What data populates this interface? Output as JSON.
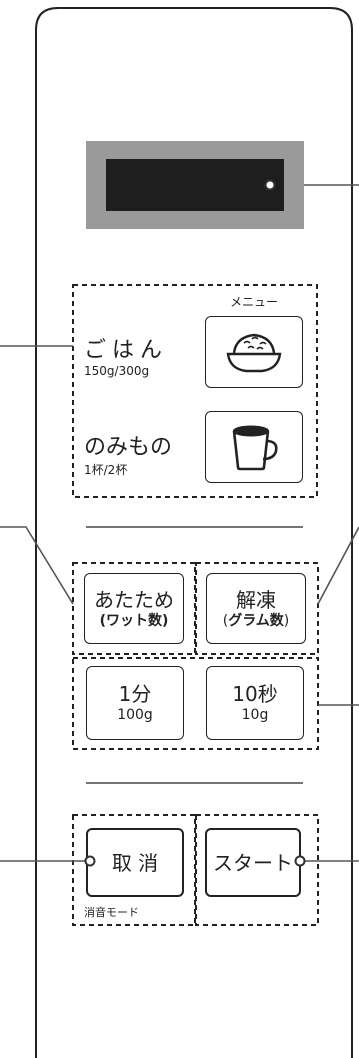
{
  "menu": {
    "header": "メニュー",
    "items": [
      {
        "label": "ごはん",
        "sub": "150g/300g",
        "icon": "rice-bowl-icon"
      },
      {
        "label": "のみもの",
        "sub": "1杯/2杯",
        "icon": "mug-icon"
      }
    ]
  },
  "buttons": {
    "atatame": {
      "main": "あたため",
      "sub": "(ワット数)"
    },
    "kaito": {
      "main": "解凍",
      "sub_open": "(",
      "sub_bold": "グラム数",
      "sub_close": ")"
    },
    "one_min": {
      "main": "1分",
      "sub": "100g"
    },
    "ten_sec": {
      "main": "10秒",
      "sub": "10g"
    },
    "cancel": {
      "main": "取 消",
      "note": "消音モード"
    },
    "start": {
      "main": "スタート"
    }
  },
  "colors": {
    "display_frame": "#9a9a9a",
    "display_screen": "#1e1e1e",
    "line": "#222222"
  }
}
